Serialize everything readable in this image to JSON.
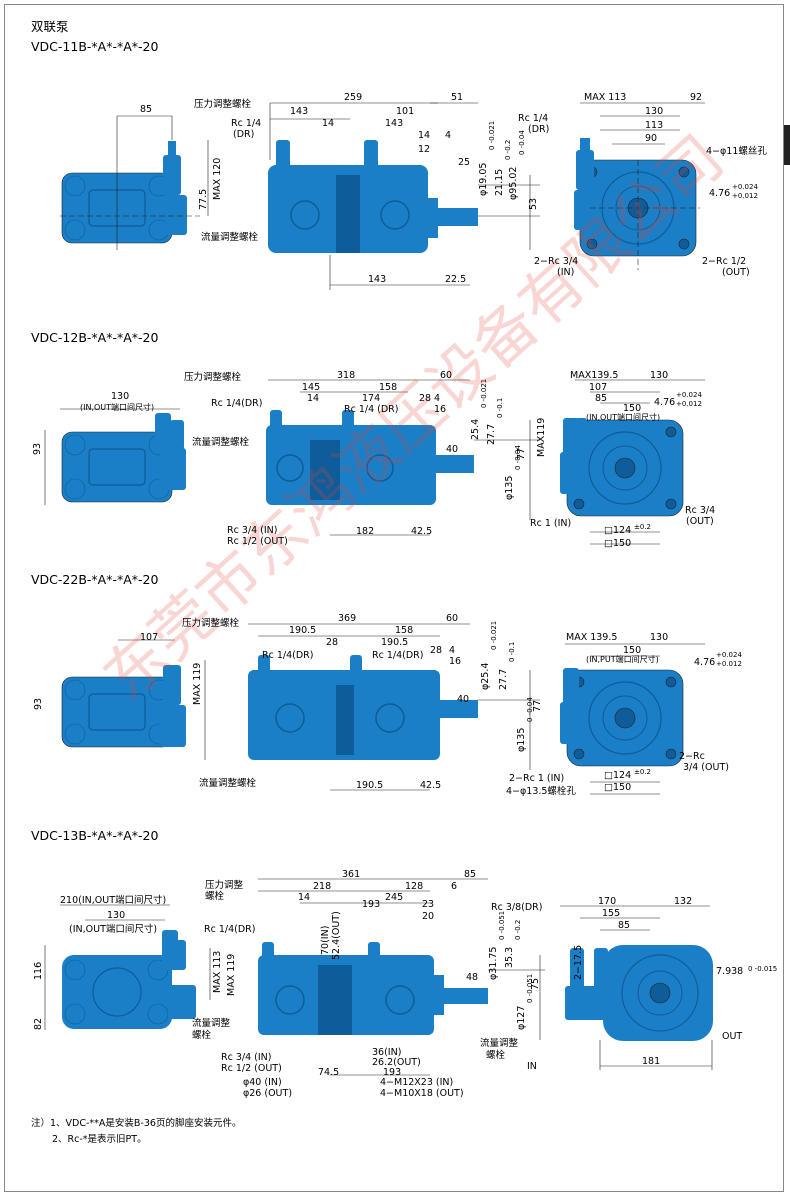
{
  "header": {
    "title": "双联泵",
    "subtitle": "VDC-11B-*A*-*A*-20"
  },
  "colors": {
    "pump_body": "#1a7fc6",
    "pump_dark": "#0e5c99",
    "line": "#222222",
    "watermark": "#e8443a"
  },
  "sections": [
    {
      "id": "vdc-11b",
      "labels": {
        "l_85": "85",
        "l_press": "压力调整螺栓",
        "l_max120": "MAX 120",
        "l_775": "77.5",
        "l_flow": "流量调整螺栓",
        "l_259": "259",
        "l_143a": "143",
        "l_101": "101",
        "l_51": "51",
        "l_rc14a": "Rc 1/4",
        "l_dra": "(DR)",
        "l_14": "14",
        "l_143b": "143",
        "l_rc14b": "Rc 1/4",
        "l_drb": "(DR)",
        "l_14b": "14",
        "l_4": "4",
        "l_12": "12",
        "l_25": "25",
        "l_1905": "φ19.05",
        "l_1905t": "0 -0.021",
        "l_2115": "21.15",
        "l_2115t": "0 -0.2",
        "l_9502": "φ95.02",
        "l_9502t": "0 -0.04",
        "l_53": "53",
        "l_143c": "143",
        "l_225": "22.5",
        "l_max113": "MAX 113",
        "l_92": "92",
        "l_130": "130",
        "l_113": "113",
        "l_90": "90",
        "l_bolt": "4−φ11螺丝孔",
        "l_476": "4.76",
        "l_476t1": "+0.024",
        "l_476t2": "+0.012",
        "l_rc34": "2−Rc 3/4",
        "l_in": "(IN)",
        "l_rc12": "2−Rc 1/2",
        "l_out": "(OUT)"
      }
    },
    {
      "id": "vdc-12b",
      "title": "VDC-12B-*A*-*A*-20",
      "labels": {
        "l_130": "130",
        "l_inout": "(IN,OUT端口间尺寸)",
        "l_93": "93",
        "l_press": "压力调整螺栓",
        "l_flow": "流量调整螺栓",
        "l_318": "318",
        "l_60": "60",
        "l_145": "145",
        "l_158": "158",
        "l_rc14dr": "Rc 1/4(DR)",
        "l_14": "14",
        "l_174": "174",
        "l_rc14dr2": "Rc 1/4 (DR)",
        "l_28": "28",
        "l_4": "4",
        "l_16": "16",
        "l_254": "25.4",
        "l_254t": "0 -0.021",
        "l_277": "27.7",
        "l_277t": "0 -0.1",
        "l_40": "40",
        "l_77": "77",
        "l_135": "φ135",
        "l_135t": "0 -0.04",
        "l_rc34in": "Rc  3/4 (IN)",
        "l_rc12out": "Rc  1/2 (OUT)",
        "l_182": "182",
        "l_425": "42.5",
        "l_max1395": "MAX139.5",
        "l_130b": "130",
        "l_107": "107",
        "l_85": "85",
        "l_inout2": "(IN,OUT端口间尺寸)",
        "l_150": "150",
        "l_476": "4.76",
        "l_476t1": "+0.024",
        "l_476t2": "+0.012",
        "l_max119": "MAX119",
        "l_rc1in": "Rc 1 (IN)",
        "l_rc34": "Rc 3/4",
        "l_out": "(OUT)",
        "l_124": "□124",
        "l_124t": "±0.2",
        "l_150sq": "□150"
      }
    },
    {
      "id": "vdc-22b",
      "title": "VDC-22B-*A*-*A*-20",
      "labels": {
        "l_107": "107",
        "l_press": "压力调整螺栓",
        "l_93": "93",
        "l_max119": "MAX 119",
        "l_flow": "流量调整螺栓",
        "l_369": "369",
        "l_60": "60",
        "l_1905": "190.5",
        "l_158": "158",
        "l_28a": "28",
        "l_1905b": "190.5",
        "l_rc14dr": "Rc 1/4(DR)",
        "l_rc14dr2": "Rc 1/4(DR)",
        "l_28b": "28",
        "l_4": "4",
        "l_16": "16",
        "l_254": "φ25.4",
        "l_254t": "0 -0.021",
        "l_277": "27.7",
        "l_277t": "0 -0.1",
        "l_40": "40",
        "l_77": "77",
        "l_135": "φ135",
        "l_135t": "0 -0.04",
        "l_1905c": "190.5",
        "l_425": "42.5",
        "l_max1395": "MAX 139.5",
        "l_130": "130",
        "l_inout": "(IN,PUT端口间尺寸)",
        "l_150": "150",
        "l_476": "4.76",
        "l_476t1": "+0.024",
        "l_476t2": "+0.012",
        "l_2rc": "2−Rc",
        "l_34out": "3/4 (OUT)",
        "l_2rc1in": "2−Rc 1 (IN)",
        "l_bolt": "4−φ13.5螺栓孔",
        "l_124": "□124",
        "l_124t": "±0.2",
        "l_150sq": "□150"
      }
    },
    {
      "id": "vdc-13b",
      "title": "VDC-13B-*A*-*A*-20",
      "labels": {
        "l_210": "210(IN,OUT端口间尺寸)",
        "l_130": "130",
        "l_inout": "(IN,OUT端口间尺寸)",
        "l_press1": "压力调整",
        "l_press2": "螺栓",
        "l_116": "116",
        "l_82": "82",
        "l_max113": "MAX 113",
        "l_max119": "MAX 119",
        "l_flow1": "流量调整",
        "l_flow2": "螺栓",
        "l_361": "361",
        "l_85": "85",
        "l_218": "218",
        "l_128": "128",
        "l_6": "6",
        "l_14": "14",
        "l_245": "245",
        "l_rc14dr": "Rc 1/4(DR)",
        "l_70": "70(IN)",
        "l_524": "52.4(OUT)",
        "l_193": "193",
        "l_23": "23",
        "l_20": "20",
        "l_rc38dr": "Rc 3/8(DR)",
        "l_3175": "φ31.75",
        "l_3175t": "0 -0.051",
        "l_353": "35.3",
        "l_353t": "0 -0.2",
        "l_48": "48",
        "l_75": "75",
        "l_127": "φ127",
        "l_127t": "0 -0.051",
        "l_rc34in": "Rc  3/4 (IN)",
        "l_rc12out": "Rc  1/2 (OUT)",
        "l_36in": "36(IN)",
        "l_262": "26.2(OUT)",
        "l_745": "74.5",
        "l_193b": "193",
        "l_phi40": "φ40 (IN)",
        "l_phi26": "φ26 (OUT)",
        "l_m12": "4−M12X23 (IN)",
        "l_m10": "4−M10X18 (OUT)",
        "l_flow3": "流量调整",
        "l_flow4": "螺栓",
        "l_170": "170",
        "l_132": "132",
        "l_155": "155",
        "l_85b": "85",
        "l_2175": "2−17.5",
        "l_7938": "7.938",
        "l_7938t": "0 -0.015",
        "l_out": "OUT",
        "l_in": "IN",
        "l_181": "181"
      }
    }
  ],
  "notes": {
    "n1": "注）1、VDC-**A是安装B-36页的脚座安装元件。",
    "n2": "2、Rc-*是表示旧PT。"
  },
  "watermark_text": "东莞市东鸿液压设备有限公司"
}
